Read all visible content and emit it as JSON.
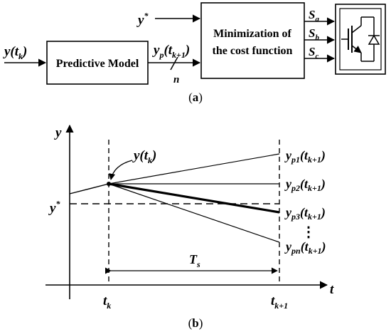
{
  "panel_a": {
    "caption": "(a)",
    "input_label": "y(t",
    "input_sub": "k",
    "input_close": ")",
    "model_label": "Predictive Model",
    "ref_label": "y",
    "ref_sup": "*",
    "pred_label": "y",
    "pred_sub1": "p",
    "pred_arg": "(t",
    "pred_sub2": "k+1",
    "pred_close": ")",
    "bus_width": "n",
    "cost_line1": "Minimization of",
    "cost_line2": "the cost function",
    "switch_a": "S",
    "switch_a_sub": "a",
    "switch_b": "S",
    "switch_b_sub": "b",
    "switch_c": "S",
    "switch_c_sub": "c",
    "inverter_icon": "igbt-inverter-icon"
  },
  "panel_b": {
    "caption": "(b)",
    "y_axis": "y",
    "x_axis": "t",
    "ref_label": "y",
    "ref_sup": "*",
    "tk_label": "t",
    "tk_sub": "k",
    "tk1_label": "t",
    "tk1_sub": "k+1",
    "ts_label": "T",
    "ts_sub": "s",
    "point_label": "y(t",
    "point_sub": "k",
    "point_close": ")",
    "pred1": {
      "y": "y",
      "sub": "p1",
      "arg": "(t",
      "argsub": "k+1",
      "close": ")"
    },
    "pred2": {
      "y": "y",
      "sub": "p2",
      "arg": "(t",
      "argsub": "k+1",
      "close": ")"
    },
    "pred3": {
      "y": "y",
      "sub": "p3",
      "arg": "(t",
      "argsub": "k+1",
      "close": ")"
    },
    "predn": {
      "y": "y",
      "sub": "pn",
      "arg": "(t",
      "argsub": "k+1",
      "close": ")"
    },
    "ellipsis": "⋮"
  }
}
